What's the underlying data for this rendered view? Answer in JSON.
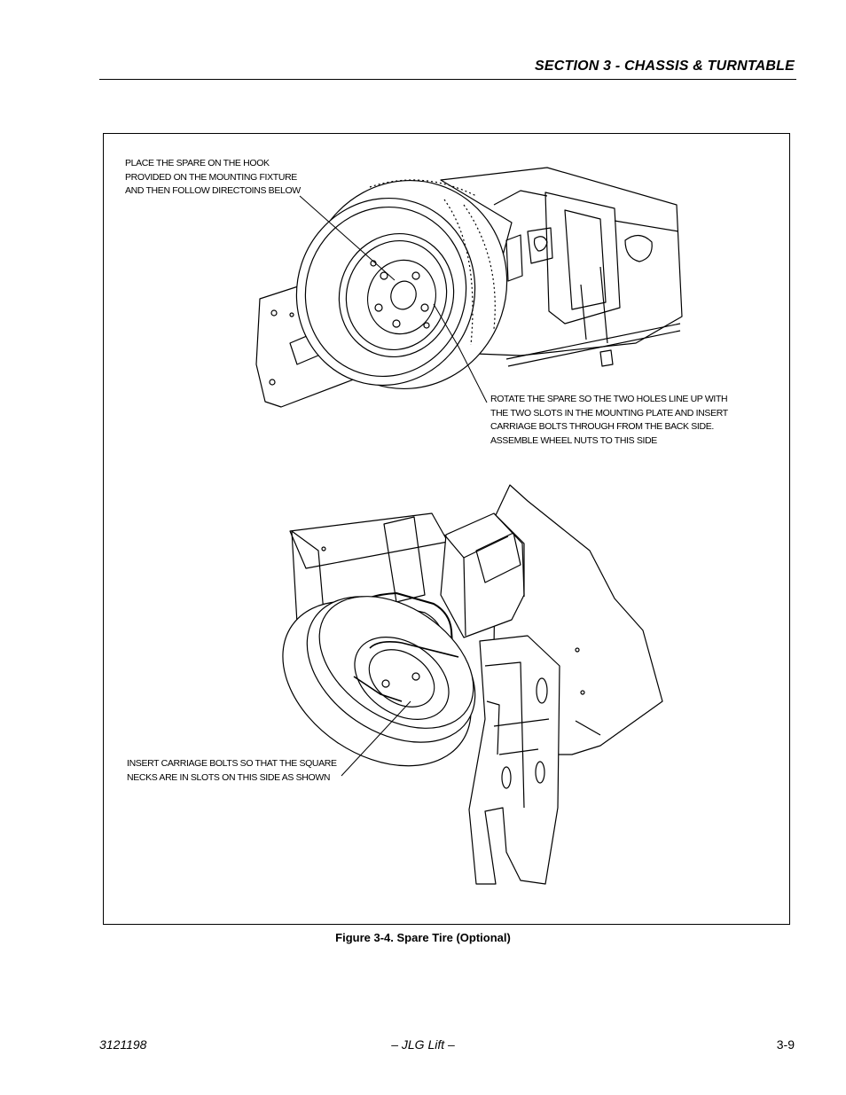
{
  "header": {
    "section_title": "SECTION 3 - CHASSIS & TURNTABLE"
  },
  "figure": {
    "callouts": {
      "hook": [
        "PLACE THE SPARE ON THE HOOK",
        "PROVIDED ON THE MOUNTING FIXTURE",
        "AND THEN FOLLOW DIRECTOINS BELOW"
      ],
      "rotate": [
        "ROTATE THE SPARE SO THE TWO HOLES LINE UP WITH",
        "THE TWO SLOTS IN THE MOUNTING PLATE AND INSERT",
        "CARRIAGE BOLTS THROUGH FROM THE BACK SIDE.",
        "ASSEMBLE WHEEL NUTS TO THIS SIDE"
      ],
      "insert": [
        "INSERT CARRIAGE BOLTS SO THAT THE SQUARE",
        "NECKS ARE IN SLOTS ON THIS SIDE AS SHOWN"
      ]
    },
    "caption": "Figure 3-4.  Spare Tire (Optional)"
  },
  "footer": {
    "doc_number": "3121198",
    "center": "– JLG Lift –",
    "page": "3-9"
  }
}
